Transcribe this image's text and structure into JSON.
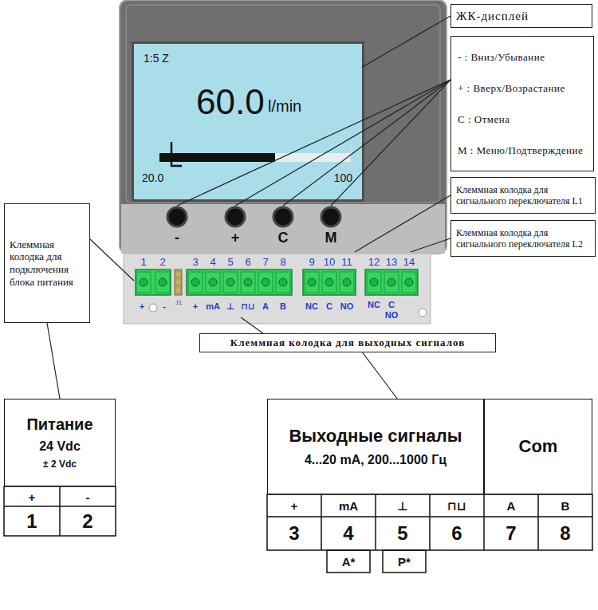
{
  "diagram": {
    "nodes": [
      {
        "text": [
          "ЖК-дисплей"
        ]
      },
      {
        "text": [
          "- : Вниз/Убывание",
          "+ : Вверх/Возрастание",
          "С : Отмена",
          "М : Меню/Подтверждение"
        ]
      },
      {
        "text": [
          "Клеммная колодка для сигнального переключателя L1"
        ]
      },
      {
        "text": [
          "Клеммная колодка для сигнального переключателя L2"
        ]
      },
      {
        "text": [
          "Клеммная колодка для подключения блока питания"
        ]
      },
      {
        "text": [
          "Клеммная колодка для выходных сигналов"
        ]
      },
      {
        "text": [
          "Питание",
          "24 Vdc",
          "± 2 Vdc"
        ]
      },
      {
        "text": [
          "Выходные сигналы",
          "4...20 mA, 200...1000 Гц"
        ]
      },
      {
        "text": [
          "Com"
        ]
      },
      {
        "text": [
          "1:5 Z",
          "60.0",
          "l/min",
          "20.0",
          "100"
        ]
      }
    ],
    "edges": [
      {
        "from": 0,
        "to": 9,
        "arrow": "none"
      },
      {
        "from": 4,
        "to": 6,
        "arrow": "none"
      },
      {
        "from": 5,
        "to": 7,
        "arrow": "none"
      }
    ],
    "labels": [
      "-",
      "+",
      "C",
      "M",
      "1",
      "2",
      "3",
      "4",
      "5",
      "6",
      "7",
      "8",
      "9",
      "10",
      "11",
      "12",
      "13",
      "14",
      "+",
      "-",
      "J1",
      "+",
      "mA",
      "⊥",
      "⊓⊔",
      "A",
      "B",
      "NC",
      "C",
      "NO",
      "NC",
      "C",
      "NO",
      "+",
      "-",
      "1",
      "2",
      "+",
      "mA",
      "⊥",
      "⊓⊔",
      "A",
      "B",
      "3",
      "4",
      "5",
      "6",
      "7",
      "8",
      "A*",
      "P*"
    ]
  }
}
